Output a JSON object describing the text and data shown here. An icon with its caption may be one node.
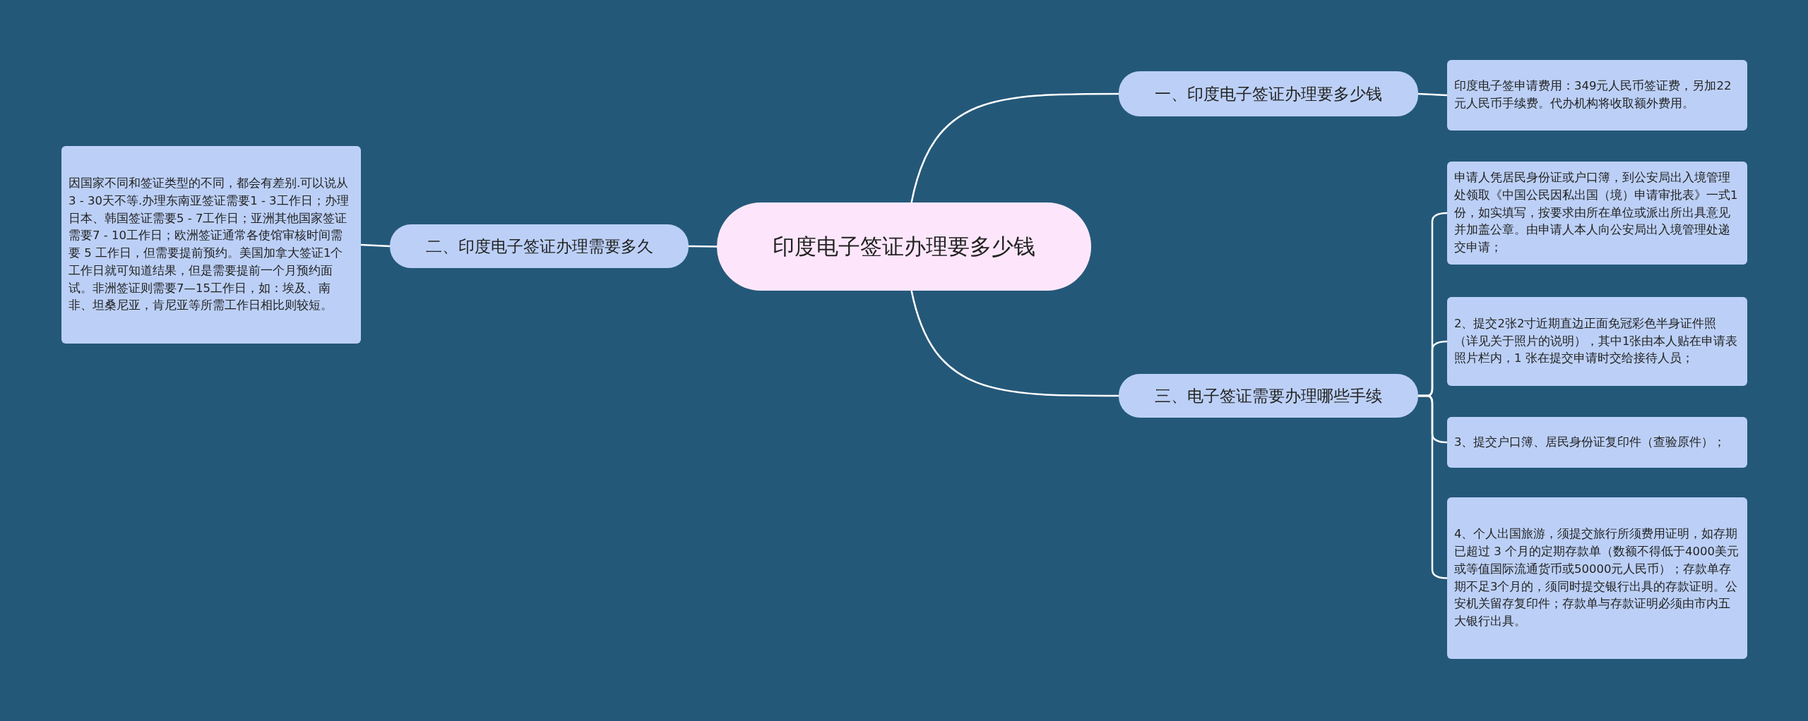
{
  "diagram": {
    "nodes": [
      {
        "text": [
          "印度电子签证办理要多少钱"
        ]
      },
      {
        "text": [
          "一、印度电子签证办理要多少钱"
        ]
      },
      {
        "text": [
          "印度电子签申请费用：349元人民币签证费，另加22元人民币手续费。代办机构将收取额外费用。"
        ]
      },
      {
        "text": [
          "二、印度电子签证办理需要多久"
        ]
      },
      {
        "text": [
          "因国家不同和签证类型的不同，都会有差别.可以说从3 - 30天不等.办理东南亚签证需要1 - 3工作日；办理日本、韩国签证需要5 - 7工作日；亚洲其他国家签证需要7 - 10工作日；欧洲签证通常各使馆审核时间需要 5 工作日，但需要提前预约。美国加拿大签证1个工作日就可知道结果，但是需要提前一个月预约面试。非洲签证则需要7—15工作日，如：埃及、南非、坦桑尼亚，肯尼亚等所需工作日相比则较短。"
        ]
      },
      {
        "text": [
          "三、电子签证需要办理哪些手续"
        ]
      },
      {
        "text": [
          "申请人凭居民身份证或户口簿，到公安局出入境管理处领取《中国公民因私出国（境）申请审批表》一式1份，如实填写，按要求由所在单位或派出所出具意见并加盖公章。由申请人本人向公安局出入境管理处递交申请；"
        ]
      },
      {
        "text": [
          "2、提交2张2寸近期直边正面免冠彩色半身证件照（详见关于照片的说明），其中1张由本人贴在申请表照片栏内，1 张在提交申请时交给接待人员；"
        ]
      },
      {
        "text": [
          "3、提交户口簿、居民身份证复印件（查验原件）；"
        ]
      },
      {
        "text": [
          "4、个人出国旅游，须提交旅行所须费用证明，如存期已超过 3 个月的定期存款单（数额不得低于4000美元或等值国际流通货币或50000元人民币）；存款单存期不足3个月的，须同时提交银行出具的存款证明。公安机关留存复印件；存款单与存款证明必须由市内五大银行出具。"
        ]
      }
    ],
    "edges": [
      {
        "from": 0,
        "to": 1,
        "arrow": "none"
      },
      {
        "from": 1,
        "to": 2,
        "arrow": "none"
      },
      {
        "from": 0,
        "to": 3,
        "arrow": "none"
      },
      {
        "from": 3,
        "to": 4,
        "arrow": "none"
      },
      {
        "from": 0,
        "to": 5,
        "arrow": "none"
      },
      {
        "from": 5,
        "to": 6,
        "arrow": "none"
      },
      {
        "from": 5,
        "to": 7,
        "arrow": "none"
      },
      {
        "from": 5,
        "to": 8,
        "arrow": "none"
      },
      {
        "from": 5,
        "to": 9,
        "arrow": "none"
      }
    ]
  }
}
